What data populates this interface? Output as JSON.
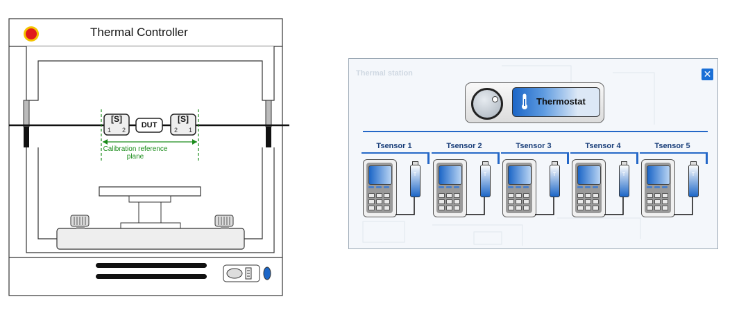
{
  "controller": {
    "title": "Thermal Controller",
    "stop_button_color": "#e01b1b",
    "dut_label": "DUT",
    "fixture_left": {
      "label": "[S]",
      "port_a": "1",
      "port_b": "2"
    },
    "fixture_right": {
      "label": "[S]",
      "port_a": "2",
      "port_b": "1"
    },
    "calibration_label_line1": "Calibration reference",
    "calibration_label_line2": "plane",
    "calibration_color": "#1a8c1a"
  },
  "station": {
    "title": "Thermal station",
    "close_label": "✕",
    "accent_color": "#1a6fd6",
    "thermostat": {
      "label": "Thermostat",
      "icon": "thermometer-icon",
      "knob_icon": "knob-icon"
    },
    "sensors": [
      {
        "label": "Tsensor 1"
      },
      {
        "label": "Tsensor 2"
      },
      {
        "label": "Tsensor 3"
      },
      {
        "label": "Tsensor 4"
      },
      {
        "label": "Tsensor 5"
      }
    ],
    "probe_label": "T"
  }
}
